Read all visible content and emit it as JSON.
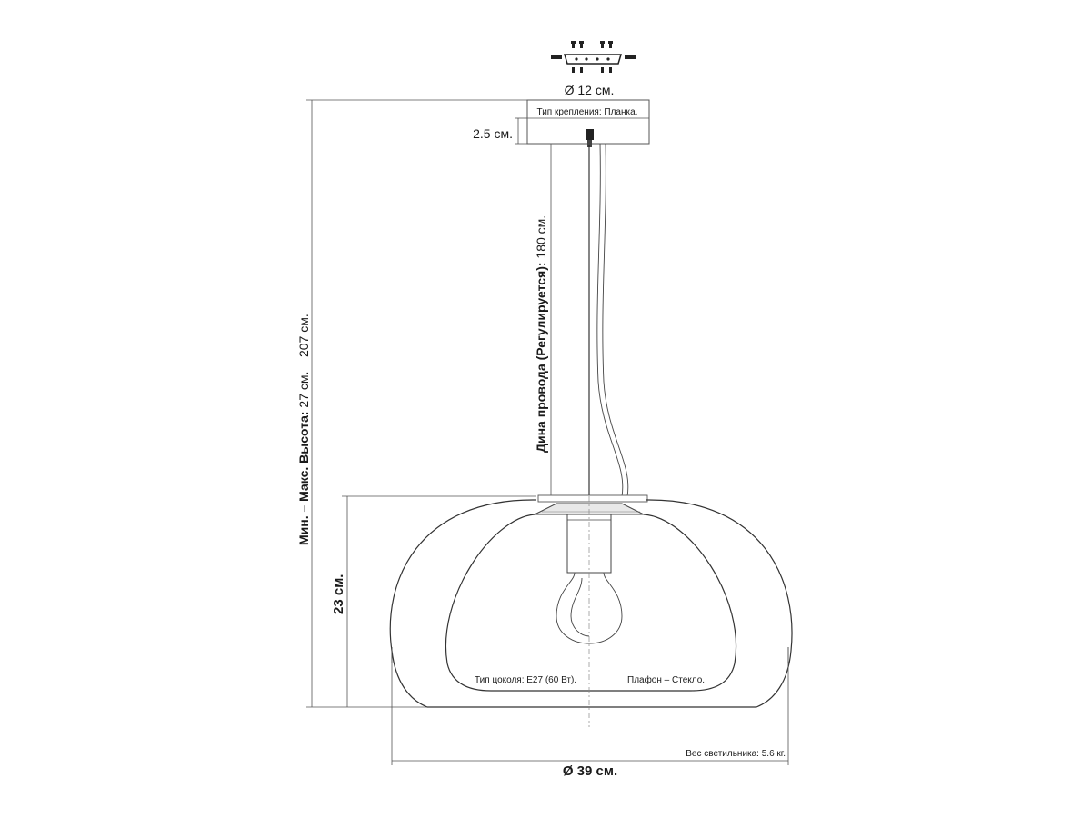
{
  "labels": {
    "canopy_diameter": "Ø 12 см.",
    "mount_type": "Тип крепления: Планка.",
    "canopy_height": "2.5 см.",
    "cord_length_bold": "Дина провода (Регулируется):",
    "cord_length_value": " 180 см.",
    "height_range_bold": "Мин. – Макс. Высота:",
    "height_range_value": " 27 см. – 207 см.",
    "shade_height": "23 см.",
    "socket_type": "Тип цоколя: E27 (60 Вт).",
    "shade_material": "Плафон – Стекло.",
    "weight": "Вес светильника: 5.6 кг.",
    "shade_diameter": "Ø 39 см."
  }
}
